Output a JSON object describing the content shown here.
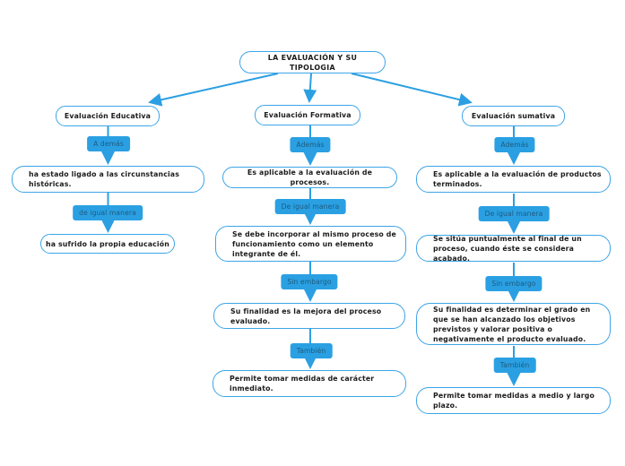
{
  "root": {
    "label": "LA EVALUACIÓN Y SU TIPOLOGIA"
  },
  "branches": [
    {
      "title": "Evaluación Educativa",
      "steps": [
        {
          "connector": "A demás",
          "text": "ha estado ligado a las circunstancias históricas."
        },
        {
          "connector": "de igual manera",
          "text": "ha sufrido la propia educación"
        }
      ]
    },
    {
      "title": "Evaluación Formativa",
      "steps": [
        {
          "connector": "Además",
          "text": "Es aplicable a la evaluación de procesos."
        },
        {
          "connector": "De igual manera",
          "text": "Se debe incorporar al mismo proceso de funcionamiento como un elemento integrante de él."
        },
        {
          "connector": "Sin embargo",
          "text": "Su finalidad es la mejora del proceso evaluado."
        },
        {
          "connector": "También",
          "text": "Permite tomar medidas de carácter inmediato."
        }
      ]
    },
    {
      "title": "Evaluación sumativa",
      "steps": [
        {
          "connector": "Además",
          "text": "Es aplicable a la evaluación de productos terminados."
        },
        {
          "connector": "De igual manera",
          "text": "Se sitúa puntualmente al final de un proceso, cuando éste se considera acabado."
        },
        {
          "connector": "Sin embargo",
          "text": "Su finalidad es determinar el grado en que se han alcanzado los objetivos previstos y valorar positiva o negativamente el producto evaluado."
        },
        {
          "connector": "También",
          "text": "Permite tomar medidas a medio y largo plazo."
        }
      ]
    }
  ],
  "colors": {
    "connector_blue": "#2B9FE2",
    "node_border": "#3CA5E6",
    "label_background": "#2AA0E3",
    "label_text": "#1E5A7D",
    "node_text": "#1b1b1b",
    "background": "#ffffff"
  }
}
